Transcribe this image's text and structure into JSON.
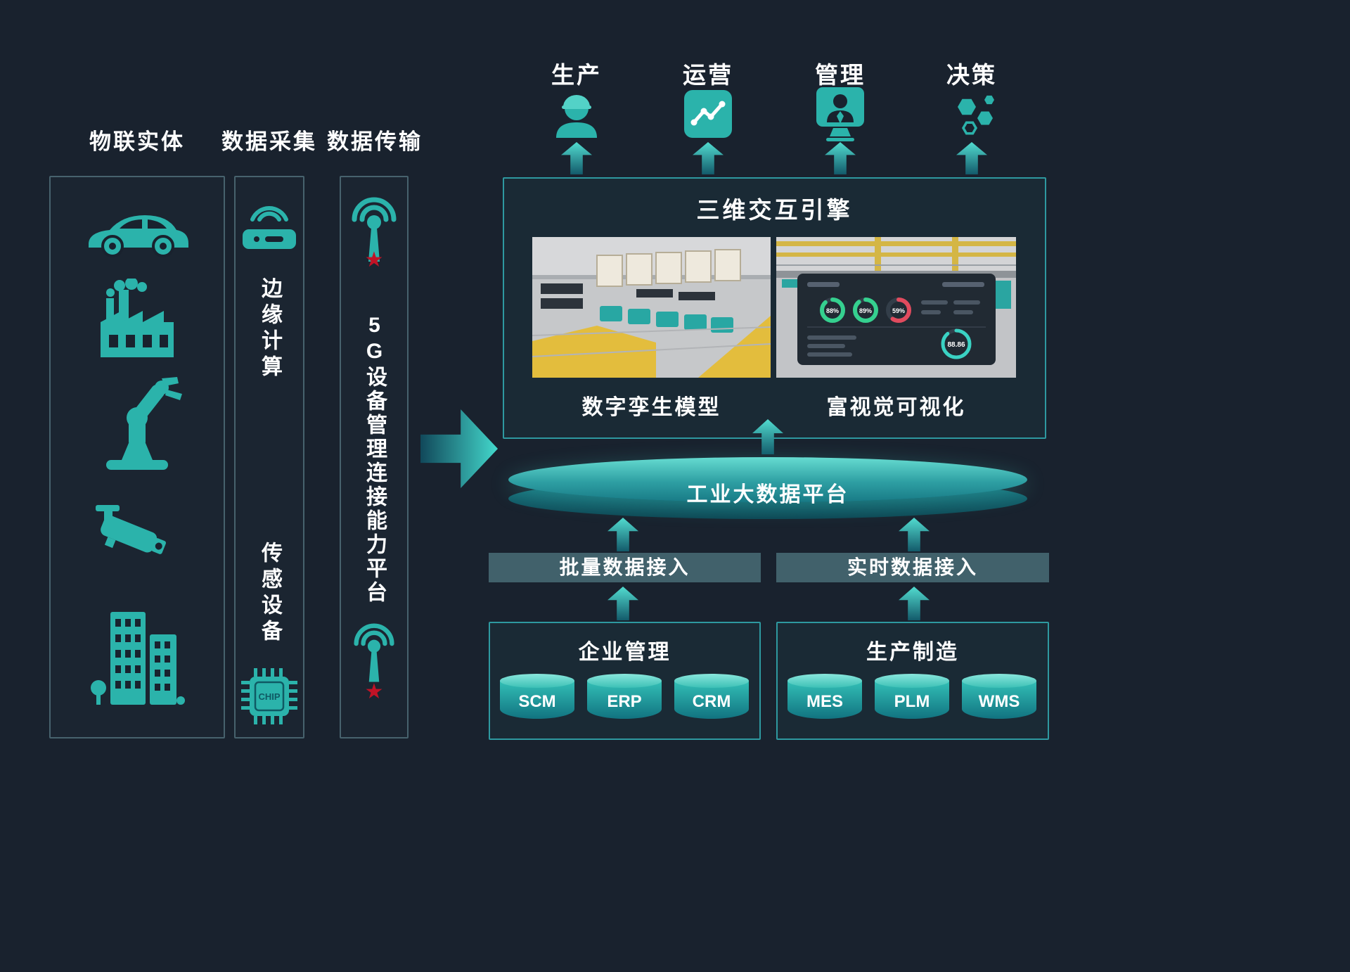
{
  "colors": {
    "bg": "#19222e",
    "accent": "#2bb3ab",
    "accent_light": "#53d2c7",
    "red_star": "#c11326",
    "yellow": "#e3bd3d"
  },
  "columns": {
    "iot": {
      "title": "物联实体",
      "icons": [
        "car-icon",
        "factory-icon",
        "robot-arm-icon",
        "cctv-camera-icon",
        "city-buildings-icon"
      ]
    },
    "collect": {
      "title": "数据采集",
      "edge_label": "边缘计算",
      "sensor_label": "传感设备",
      "chip_text": "CHIP",
      "icons": [
        "edge-gateway-icon",
        "chip-icon"
      ]
    },
    "transmit": {
      "title": "数据传输",
      "platform_label": "5G设备管理连接能力平台",
      "icons": [
        "antenna-icon",
        "antenna-icon"
      ]
    }
  },
  "top_targets": [
    {
      "label": "生产",
      "icon": "worker-icon"
    },
    {
      "label": "运营",
      "icon": "line-chart-icon"
    },
    {
      "label": "管理",
      "icon": "manager-screen-icon"
    },
    {
      "label": "决策",
      "icon": "hexagons-icon"
    }
  ],
  "engine": {
    "title": "三维交互引擎",
    "left_caption": "数字孪生模型",
    "right_caption": "富视觉可视化",
    "gauge_values": [
      "88%",
      "89%",
      "59%"
    ],
    "big_gauge": "88.86"
  },
  "platform": {
    "label": "工业大数据平台"
  },
  "ingest": [
    {
      "label": "批量数据接入"
    },
    {
      "label": "实时数据接入"
    }
  ],
  "systems": [
    {
      "title": "企业管理",
      "items": [
        "SCM",
        "ERP",
        "CRM"
      ]
    },
    {
      "title": "生产制造",
      "items": [
        "MES",
        "PLM",
        "WMS"
      ]
    }
  ]
}
